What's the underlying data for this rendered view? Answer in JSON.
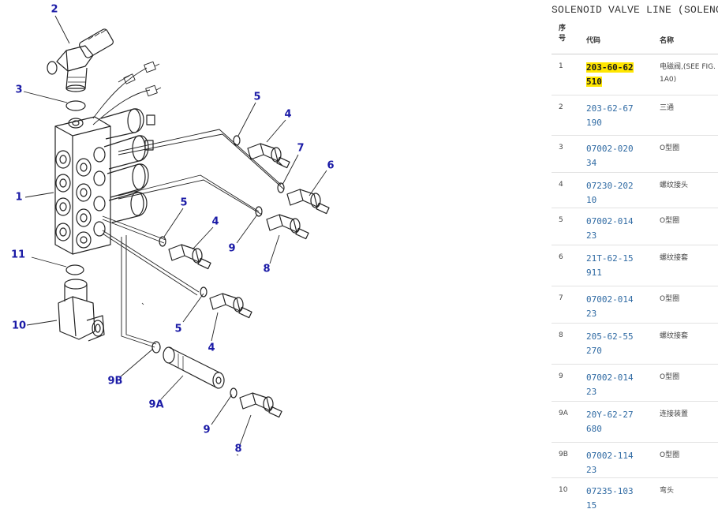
{
  "header": {
    "title": "SOLENOID VALVE LINE (SOLENOID VALVE LINE)"
  },
  "table": {
    "columns": {
      "seq": "序号",
      "code": "代码",
      "name": "名称"
    },
    "rows": [
      {
        "seq": "1",
        "code": "203-60-62510",
        "name": "电磁阀,(SEE FIG. 01A0)",
        "highlighted": true
      },
      {
        "seq": "2",
        "code": "203-62-67190",
        "name": "三通"
      },
      {
        "seq": "3",
        "code": "07002-02034",
        "name": "O型圈"
      },
      {
        "seq": "4",
        "code": "07230-20210",
        "name": "螺纹接头"
      },
      {
        "seq": "5",
        "code": "07002-01423",
        "name": "O型圈"
      },
      {
        "seq": "6",
        "code": "21T-62-15911",
        "name": "螺纹接套"
      },
      {
        "seq": "7",
        "code": "07002-01423",
        "name": "O型圈"
      },
      {
        "seq": "8",
        "code": "205-62-55270",
        "name": "螺纹接套"
      },
      {
        "seq": "9",
        "code": "07002-01423",
        "name": "O型圈"
      },
      {
        "seq": "9A",
        "code": "20Y-62-27680",
        "name": "连接装置"
      },
      {
        "seq": "9B",
        "code": "07002-11423",
        "name": "O型圈"
      },
      {
        "seq": "10",
        "code": "07235-10315",
        "name": "弯头"
      }
    ]
  },
  "diagram": {
    "callouts": [
      "2",
      "3",
      "1",
      "11",
      "10",
      "5",
      "4",
      "7",
      "6",
      "5",
      "4",
      "9",
      "8",
      "5",
      "4",
      "9B",
      "9A",
      "9",
      "8"
    ]
  },
  "colors": {
    "callout": "#1a1aa6",
    "link": "#2f6aa3",
    "highlight": "#ffe600"
  }
}
